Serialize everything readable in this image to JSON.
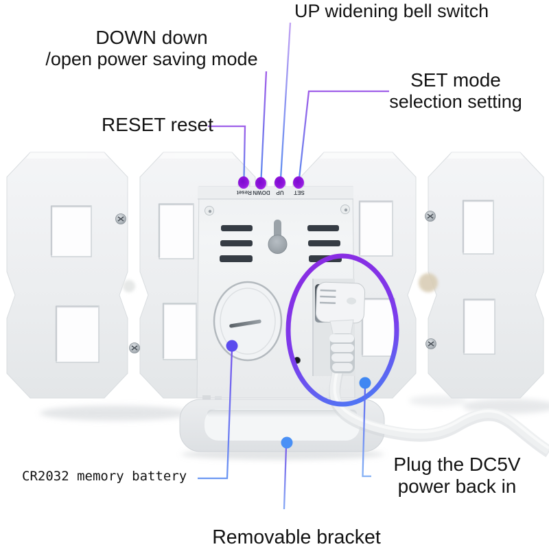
{
  "diagram": {
    "labels": {
      "up": {
        "text": "UP widening bell switch"
      },
      "down": {
        "line1": "DOWN down",
        "line2": "/open power saving mode"
      },
      "set": {
        "line1": "SET mode",
        "line2": "selection setting"
      },
      "reset": {
        "text": "RESET reset"
      },
      "battery": {
        "text": "CR2032 memory battery"
      },
      "plug": {
        "line1": "Plug the DC5V",
        "line2": "power back in"
      },
      "bracket": {
        "text": "Removable bracket"
      }
    }
  },
  "device": {
    "type": "3D LED digital clock, back view",
    "button_labels": [
      "Reset",
      "DOWN",
      "UP",
      "SET"
    ]
  },
  "colors": {
    "callout_purple": "#a05ce8",
    "callout_blue": "#5b8bf0",
    "highlight_ring_top": "#8a2be2",
    "highlight_ring_bottom": "#4a7df5",
    "button_dot": "#9117dd",
    "battery_dot": "#5b4bee",
    "plug_dot": "#3f87f2",
    "bracket_dot": "#4a90f5",
    "text": "#121212",
    "body_plastic": "#eceef0",
    "vent_slot": "#353c44"
  }
}
